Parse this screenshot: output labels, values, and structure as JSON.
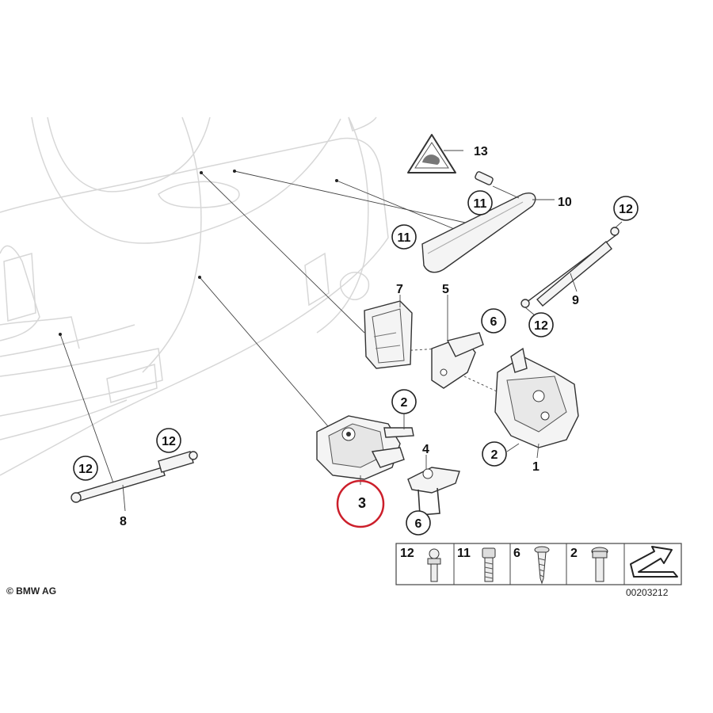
{
  "copyright": "© BMW AG",
  "diagram_number": "00203212",
  "highlighted_part": "3",
  "callouts": {
    "c1": "1",
    "c2a": "2",
    "c2b": "2",
    "c3": "3",
    "c4": "4",
    "c5": "5",
    "c6a": "6",
    "c6b": "6",
    "c7": "7",
    "c8": "8",
    "c9": "9",
    "c10": "10",
    "c11a": "11",
    "c11b": "11",
    "c12a": "12",
    "c12b": "12",
    "c12c": "12",
    "c12d": "12",
    "c13": "13"
  },
  "legend": [
    "12",
    "11",
    "6",
    "2"
  ],
  "highlight_color": "#cc1f2b"
}
